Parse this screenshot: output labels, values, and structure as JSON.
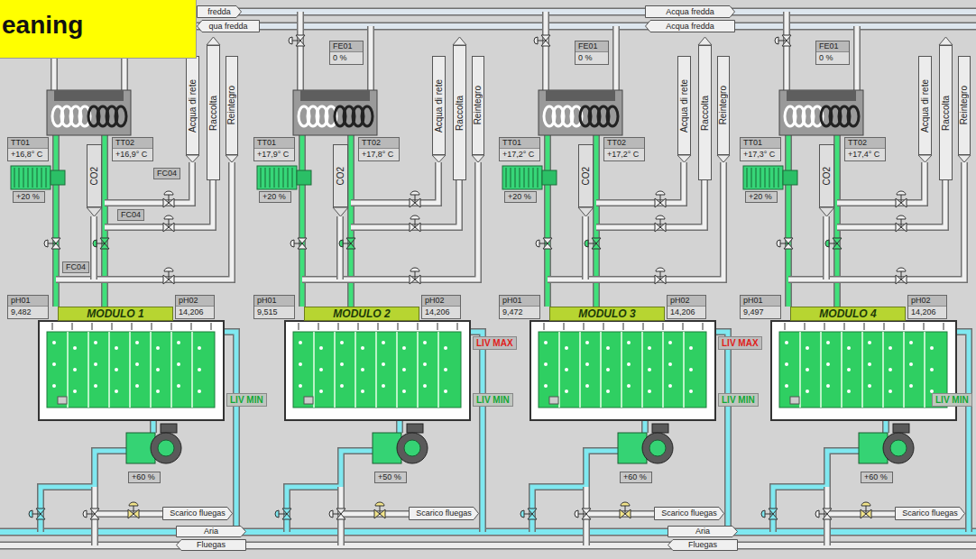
{
  "diagram": {
    "title": "eaning",
    "nodes": [
      {
        "text": [
          "fredda"
        ]
      },
      {
        "text": [
          "qua fredda"
        ]
      },
      {
        "text": [
          "Acqua fredda"
        ]
      },
      {
        "text": [
          "Acqua fredda"
        ]
      },
      {
        "text": [
          "TT01",
          "+16,8° C"
        ]
      },
      {
        "text": [
          "TT02",
          "+16,9° C"
        ]
      },
      {
        "text": [
          "Acqua di rete"
        ]
      },
      {
        "text": [
          "Raccolta"
        ]
      },
      {
        "text": [
          "Reintegro"
        ]
      },
      {
        "text": [
          "+20 %"
        ]
      },
      {
        "text": [
          "CO2"
        ]
      },
      {
        "text": [
          "pH01",
          "9,482"
        ]
      },
      {
        "text": [
          "MODULO 1"
        ]
      },
      {
        "text": [
          "pH02",
          "14,206"
        ]
      },
      {
        "text": [
          "+60 %"
        ]
      },
      {
        "text": [
          "Scarico fluegas"
        ]
      },
      {
        "text": [
          "FE01",
          "0 %"
        ]
      },
      {
        "text": [
          "TT01",
          "+17,9° C"
        ]
      },
      {
        "text": [
          "TT02",
          "+17,8° C"
        ]
      },
      {
        "text": [
          "Acqua di rete"
        ]
      },
      {
        "text": [
          "Raccolta"
        ]
      },
      {
        "text": [
          "Reintegro"
        ]
      },
      {
        "text": [
          "+20 %"
        ]
      },
      {
        "text": [
          "CO2"
        ]
      },
      {
        "text": [
          "pH01",
          "9,515"
        ]
      },
      {
        "text": [
          "MODULO 2"
        ]
      },
      {
        "text": [
          "pH02",
          "14,206"
        ]
      },
      {
        "text": [
          "+50 %"
        ]
      },
      {
        "text": [
          "Scarico fluegas"
        ]
      },
      {
        "text": [
          "FE01",
          "0 %"
        ]
      },
      {
        "text": [
          "TT01",
          "+17,2° C"
        ]
      },
      {
        "text": [
          "TT02",
          "+17,2° C"
        ]
      },
      {
        "text": [
          "Acqua di rete"
        ]
      },
      {
        "text": [
          "Raccolta"
        ]
      },
      {
        "text": [
          "Reintegro"
        ]
      },
      {
        "text": [
          "+20 %"
        ]
      },
      {
        "text": [
          "CO2"
        ]
      },
      {
        "text": [
          "pH01",
          "9,472"
        ]
      },
      {
        "text": [
          "MODULO 3"
        ]
      },
      {
        "text": [
          "pH02",
          "14,206"
        ]
      },
      {
        "text": [
          "+60 %"
        ]
      },
      {
        "text": [
          "Scarico fluegas"
        ]
      },
      {
        "text": [
          "FE01",
          "0 %"
        ]
      },
      {
        "text": [
          "TT01",
          "+17,3° C"
        ]
      },
      {
        "text": [
          "TT02",
          "+17,4° C"
        ]
      },
      {
        "text": [
          "Acqua di rete"
        ]
      },
      {
        "text": [
          "Raccolta"
        ]
      },
      {
        "text": [
          "Reintegro"
        ]
      },
      {
        "text": [
          "+20 %"
        ]
      },
      {
        "text": [
          "CO2"
        ]
      },
      {
        "text": [
          "pH01",
          "9,497"
        ]
      },
      {
        "text": [
          "MODULO 4"
        ]
      },
      {
        "text": [
          "pH02",
          "14,206"
        ]
      },
      {
        "text": [
          "+60 %"
        ]
      },
      {
        "text": [
          "Scarico fluegas"
        ]
      },
      {
        "text": [
          "Aria"
        ]
      },
      {
        "text": [
          "Fluegas"
        ]
      },
      {
        "text": [
          "Aria"
        ]
      },
      {
        "text": [
          "Fluegas"
        ]
      }
    ],
    "labels": [
      "FC04",
      "FC04",
      "FC04",
      "LIV MIN",
      "LIV MAX",
      "LIV MIN",
      "LIV MAX",
      "LIV MIN",
      "LIV MIN"
    ]
  }
}
